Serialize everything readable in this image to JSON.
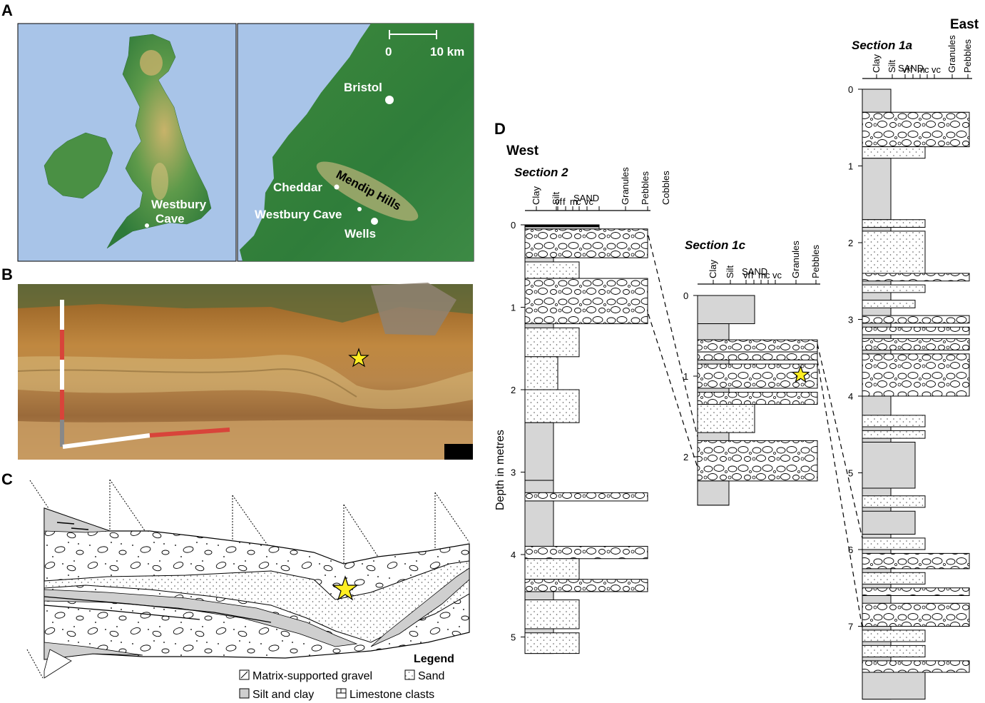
{
  "panels": {
    "a": "A",
    "b": "B",
    "c": "C",
    "d": "D"
  },
  "map": {
    "westbury_uk_line1": "Westbury",
    "westbury_uk_line2": "Cave",
    "scale_zero": "0",
    "scale_end": "10 km",
    "bristol": "Bristol",
    "cheddar": "Cheddar",
    "mendip": "Mendip Hills",
    "westbury_cave": "Westbury Cave",
    "wells": "Wells"
  },
  "legend": {
    "title": "Legend",
    "gravel": "Matrix-supported gravel",
    "sand": "Sand",
    "silt": "Silt and clay",
    "limestone": "Limestone clasts"
  },
  "logs": {
    "west": "West",
    "east": "East",
    "ylabel": "Depth in metres",
    "section2": "Section 2",
    "section1c": "Section 1c",
    "section1a": "Section 1a",
    "grain": {
      "clay": "Clay",
      "silt": "Silt",
      "sand": "SAND",
      "vf": "vf",
      "f": "f",
      "m": "m",
      "c": "c",
      "vc": "vc",
      "granules": "Granules",
      "pebbles": "Pebbles",
      "cobbles": "Cobbles"
    }
  },
  "chart_data": [
    {
      "type": "table",
      "title": "Section 2",
      "ylabel": "Depth in metres",
      "y_ticks": [
        0,
        1,
        2,
        3,
        4,
        5
      ],
      "grain_scale": [
        "Clay",
        "Silt",
        "vf",
        "f",
        "m",
        "c",
        "vc",
        "Granules",
        "Pebbles",
        "Cobbles"
      ],
      "beds": [
        {
          "top": 0.0,
          "bottom": 0.05,
          "lith": "clay",
          "width": "Granules"
        },
        {
          "top": 0.05,
          "bottom": 0.4,
          "lith": "gravel",
          "width": "Cobbles"
        },
        {
          "top": 0.45,
          "bottom": 0.65,
          "lith": "sand",
          "width": "c"
        },
        {
          "top": 0.65,
          "bottom": 1.2,
          "lith": "gravel",
          "width": "Cobbles"
        },
        {
          "top": 1.25,
          "bottom": 1.6,
          "lith": "sand",
          "width": "c"
        },
        {
          "top": 1.6,
          "bottom": 2.0,
          "lith": "sand",
          "width": "vf"
        },
        {
          "top": 2.0,
          "bottom": 2.4,
          "lith": "sand",
          "width": "c"
        },
        {
          "top": 2.4,
          "bottom": 3.1,
          "lith": "silt",
          "width": "Silt"
        },
        {
          "top": 3.1,
          "bottom": 3.25,
          "lith": "silt",
          "width": "Silt"
        },
        {
          "top": 3.25,
          "bottom": 3.35,
          "lith": "gravel",
          "width": "Cobbles"
        },
        {
          "top": 3.35,
          "bottom": 3.9,
          "lith": "silt",
          "width": "Silt"
        },
        {
          "top": 3.9,
          "bottom": 4.05,
          "lith": "gravel",
          "width": "Cobbles"
        },
        {
          "top": 4.05,
          "bottom": 4.3,
          "lith": "sand",
          "width": "c"
        },
        {
          "top": 4.3,
          "bottom": 4.45,
          "lith": "gravel",
          "width": "Cobbles"
        },
        {
          "top": 4.55,
          "bottom": 4.9,
          "lith": "sand",
          "width": "c"
        },
        {
          "top": 4.95,
          "bottom": 5.2,
          "lith": "sand",
          "width": "c"
        }
      ]
    },
    {
      "type": "table",
      "title": "Section 1c",
      "y_ticks": [
        0,
        1,
        2
      ],
      "grain_scale": [
        "Clay",
        "Silt",
        "vf",
        "f",
        "m",
        "c",
        "vc",
        "Granules",
        "Pebbles"
      ],
      "beds": [
        {
          "top": 0.0,
          "bottom": 0.35,
          "lith": "silt",
          "width": "vf"
        },
        {
          "top": 0.35,
          "bottom": 0.55,
          "lith": "silt",
          "width": "Silt"
        },
        {
          "top": 0.55,
          "bottom": 0.7,
          "lith": "gravel",
          "width": "Pebbles"
        },
        {
          "top": 0.7,
          "bottom": 0.8,
          "lith": "gravel",
          "width": "Pebbles"
        },
        {
          "top": 0.85,
          "bottom": 1.15,
          "lith": "gravel",
          "width": "Pebbles",
          "note": "star"
        },
        {
          "top": 1.2,
          "bottom": 1.35,
          "lith": "gravel",
          "width": "Pebbles"
        },
        {
          "top": 1.35,
          "bottom": 1.7,
          "lith": "sand",
          "width": "m"
        },
        {
          "top": 1.8,
          "bottom": 2.3,
          "lith": "gravel",
          "width": "Pebbles"
        },
        {
          "top": 2.3,
          "bottom": 2.6,
          "lith": "silt",
          "width": "Silt"
        }
      ]
    },
    {
      "type": "table",
      "title": "Section 1a",
      "y_ticks": [
        0,
        1,
        2,
        3,
        4,
        5,
        6,
        7
      ],
      "grain_scale": [
        "Clay",
        "Silt",
        "vf",
        "f",
        "m",
        "c",
        "vc",
        "Granules",
        "Pebbles"
      ],
      "beds": [
        {
          "top": 0.0,
          "bottom": 0.3,
          "lith": "silt",
          "width": "Silt"
        },
        {
          "top": 0.3,
          "bottom": 0.75,
          "lith": "gravel",
          "width": "Pebbles"
        },
        {
          "top": 0.75,
          "bottom": 0.9,
          "lith": "sand",
          "width": "m"
        },
        {
          "top": 0.9,
          "bottom": 1.7,
          "lith": "silt",
          "width": "Silt"
        },
        {
          "top": 1.7,
          "bottom": 1.8,
          "lith": "sand",
          "width": "m"
        },
        {
          "top": 1.85,
          "bottom": 2.4,
          "lith": "sand",
          "width": "m"
        },
        {
          "top": 2.4,
          "bottom": 2.5,
          "lith": "gravel",
          "width": "Pebbles"
        },
        {
          "top": 2.55,
          "bottom": 2.65,
          "lith": "sand",
          "width": "m"
        },
        {
          "top": 2.75,
          "bottom": 2.85,
          "lith": "sand",
          "width": "f"
        },
        {
          "top": 2.95,
          "bottom": 3.05,
          "lith": "gravel",
          "width": "Pebbles"
        },
        {
          "top": 3.1,
          "bottom": 3.2,
          "lith": "gravel",
          "width": "Pebbles"
        },
        {
          "top": 3.25,
          "bottom": 3.4,
          "lith": "gravel",
          "width": "Pebbles"
        },
        {
          "top": 3.45,
          "bottom": 4.0,
          "lith": "gravel",
          "width": "Pebbles"
        },
        {
          "top": 4.25,
          "bottom": 4.4,
          "lith": "sand",
          "width": "m"
        },
        {
          "top": 4.45,
          "bottom": 4.55,
          "lith": "sand",
          "width": "m"
        },
        {
          "top": 4.6,
          "bottom": 5.2,
          "lith": "silt",
          "width": "f"
        },
        {
          "top": 5.3,
          "bottom": 5.45,
          "lith": "sand",
          "width": "m"
        },
        {
          "top": 5.5,
          "bottom": 5.8,
          "lith": "silt",
          "width": "f"
        },
        {
          "top": 5.85,
          "bottom": 6.0,
          "lith": "sand",
          "width": "m"
        },
        {
          "top": 6.05,
          "bottom": 6.25,
          "lith": "gravel",
          "width": "Pebbles"
        },
        {
          "top": 6.3,
          "bottom": 6.45,
          "lith": "sand",
          "width": "m"
        },
        {
          "top": 6.5,
          "bottom": 6.6,
          "lith": "gravel",
          "width": "Pebbles"
        },
        {
          "top": 6.7,
          "bottom": 7.0,
          "lith": "gravel",
          "width": "Pebbles"
        },
        {
          "top": 7.05,
          "bottom": 7.2,
          "lith": "sand",
          "width": "m"
        },
        {
          "top": 7.25,
          "bottom": 7.4,
          "lith": "sand",
          "width": "m"
        },
        {
          "top": 7.45,
          "bottom": 7.6,
          "lith": "gravel",
          "width": "Pebbles"
        },
        {
          "top": 7.6,
          "bottom": 7.95,
          "lith": "silt",
          "width": "m"
        }
      ]
    }
  ]
}
